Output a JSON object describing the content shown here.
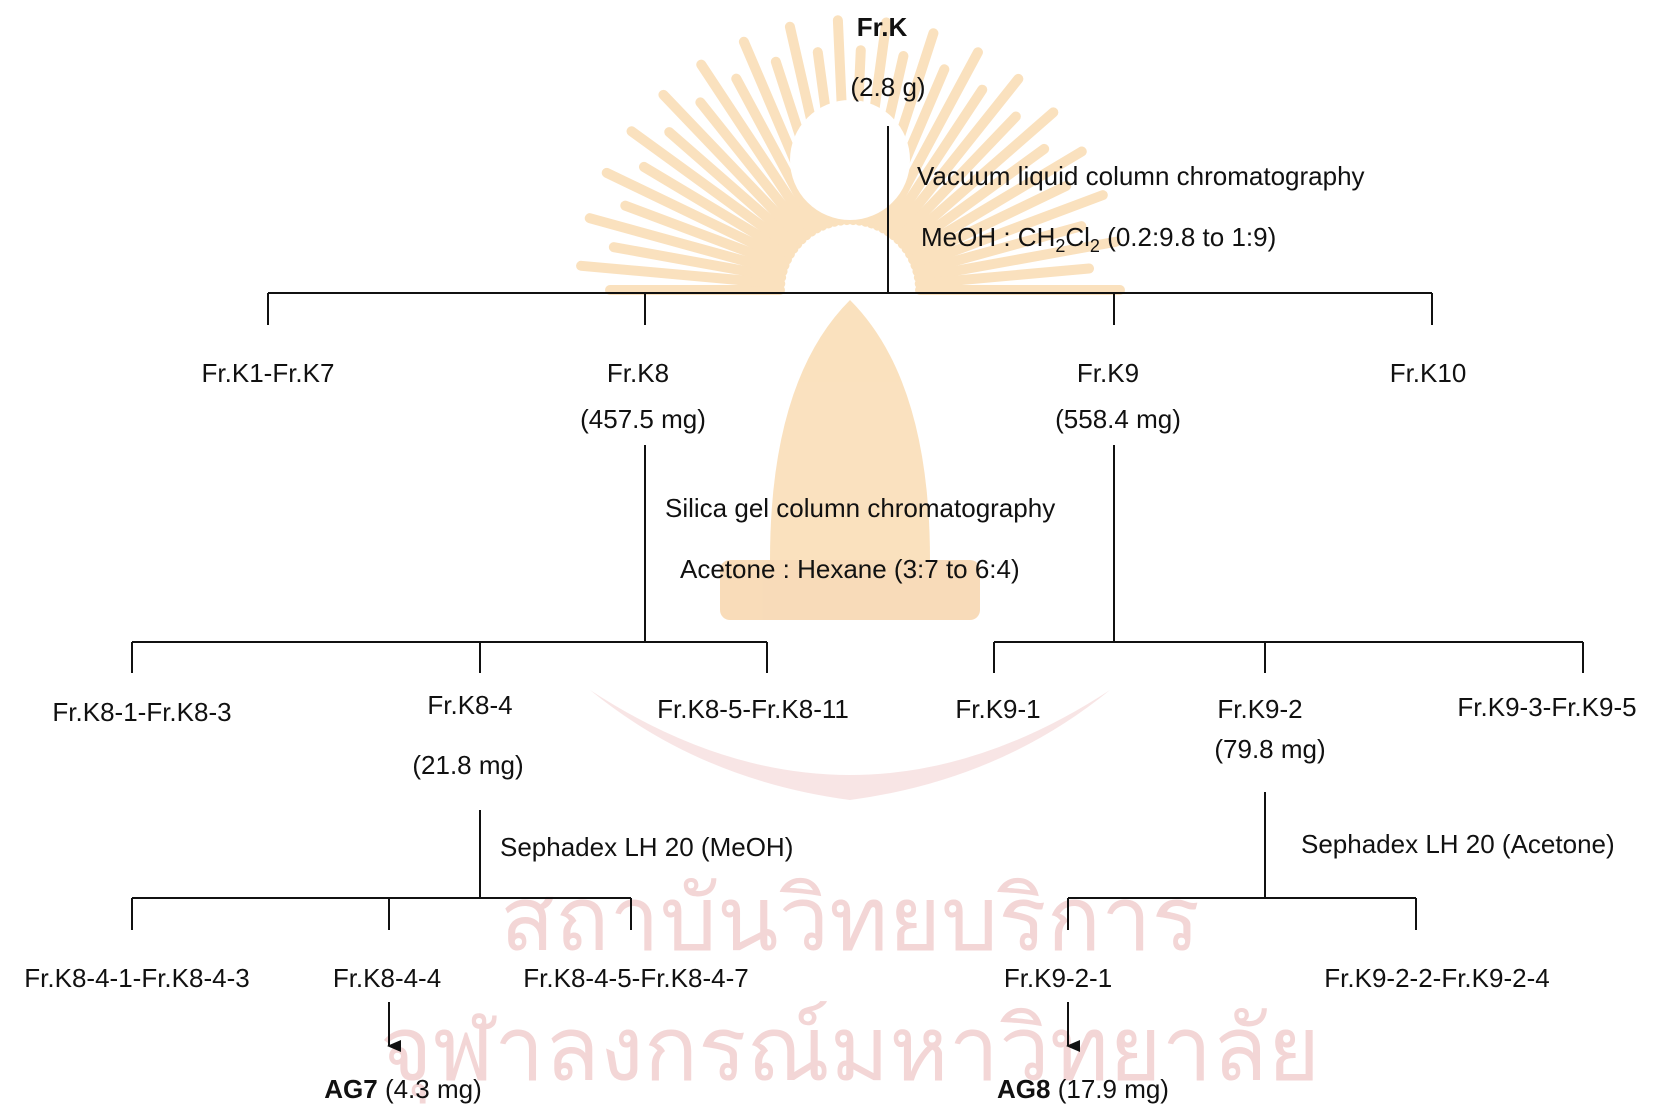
{
  "watermark": {
    "lines": [
      "สถาบันวิทยบริการ",
      "จุฬาลงกรณ์มหาวิทยาลัย"
    ],
    "colors": {
      "seal": "#f6c98a",
      "text": "#f3d6d6"
    }
  },
  "root": {
    "name": "Fr.K",
    "mass": "(2.8 g)"
  },
  "step1": {
    "method": "Vacuum liquid column chromatography",
    "solvent_prefix": "MeOH : CH",
    "solvent_sub1": "2",
    "solvent_mid": "Cl",
    "solvent_sub2": "2",
    "solvent_suffix": " (0.2:9.8 to 1:9)"
  },
  "level1": {
    "k1_k7": "Fr.K1-Fr.K7",
    "k8": {
      "name": "Fr.K8",
      "mass": "(457.5 mg)"
    },
    "k9": {
      "name": "Fr.K9",
      "mass": "(558.4 mg)"
    },
    "k10": "Fr.K10"
  },
  "step2": {
    "method": "Silica gel column chromatography",
    "solvent": "Acetone : Hexane (3:7 to 6:4)"
  },
  "level2": {
    "k8_1_3": "Fr.K8-1-Fr.K8-3",
    "k8_4": {
      "name": "Fr.K8-4",
      "mass": "(21.8 mg)"
    },
    "k8_5_11": "Fr.K8-5-Fr.K8-11",
    "k9_1": "Fr.K9-1",
    "k9_2": {
      "name": "Fr.K9-2",
      "mass": "(79.8 mg)"
    },
    "k9_3_5": "Fr.K9-3-Fr.K9-5"
  },
  "step3": {
    "left_method": "Sephadex LH 20 (MeOH)",
    "right_method": "Sephadex LH 20 (Acetone)"
  },
  "level3": {
    "k8_4_1_3": "Fr.K8-4-1-Fr.K8-4-3",
    "k8_4_4": "Fr.K8-4-4",
    "k8_4_5_7": "Fr.K8-4-5-Fr.K8-4-7",
    "k9_2_1": "Fr.K9-2-1",
    "k9_2_2_4": "Fr.K9-2-2-Fr.K9-2-4"
  },
  "products": {
    "ag7": {
      "name": "AG7",
      "mass": " (4.3 mg)"
    },
    "ag8": {
      "name": "AG8",
      "mass": " (17.9 mg)"
    }
  }
}
